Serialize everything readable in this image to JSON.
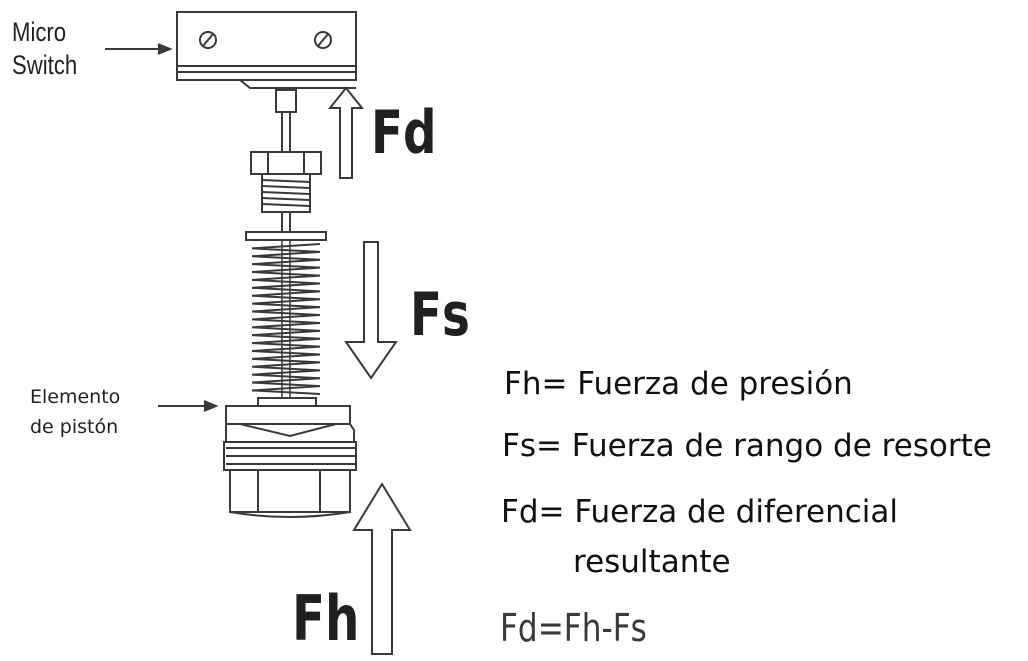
{
  "labels": {
    "micro_switch_line1": "Micro",
    "micro_switch_line2": "Switch",
    "piston_line1": "Elemento",
    "piston_line2": "de pistón"
  },
  "forces": {
    "fd": "Fd",
    "fs": "Fs",
    "fh": "Fh"
  },
  "legend": {
    "fh": "Fh= Fuerza de presión",
    "fs": "Fs= Fuerza de rango de resorte",
    "fd_line1": "Fd= Fuerza de diferencial",
    "fd_line2": "resultante"
  },
  "formula": "Fd=Fh-Fs",
  "colors": {
    "line": "#3a3a3a",
    "fill": "#ffffff"
  }
}
